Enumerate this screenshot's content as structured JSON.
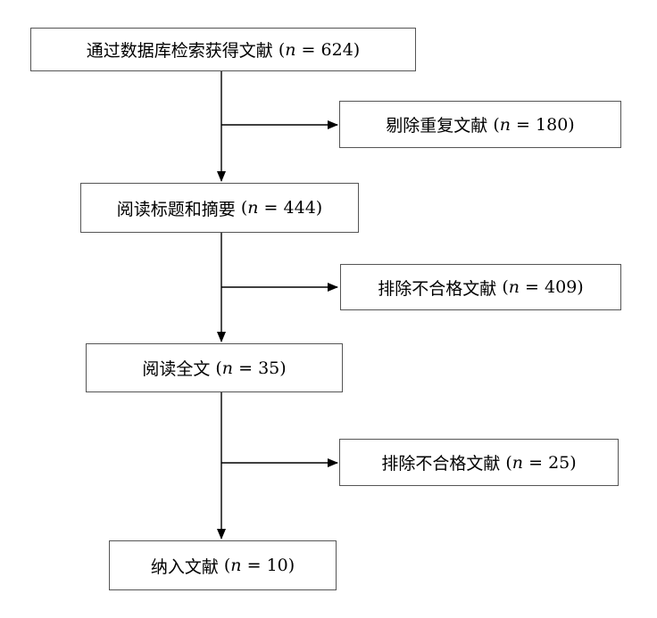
{
  "flow": {
    "main": [
      {
        "label": "通过数据库检索获得文献",
        "n": "624"
      },
      {
        "label": "阅读标题和摘要",
        "n": "444"
      },
      {
        "label": "阅读全文",
        "n": "35"
      },
      {
        "label": "纳入文献",
        "n": "10"
      }
    ],
    "excluded": [
      {
        "label": "剔除重复文献",
        "n": "180"
      },
      {
        "label": "排除不合格文献",
        "n": "409"
      },
      {
        "label": "排除不合格文献",
        "n": "25"
      }
    ],
    "n_symbol": "n",
    "equals": "="
  }
}
